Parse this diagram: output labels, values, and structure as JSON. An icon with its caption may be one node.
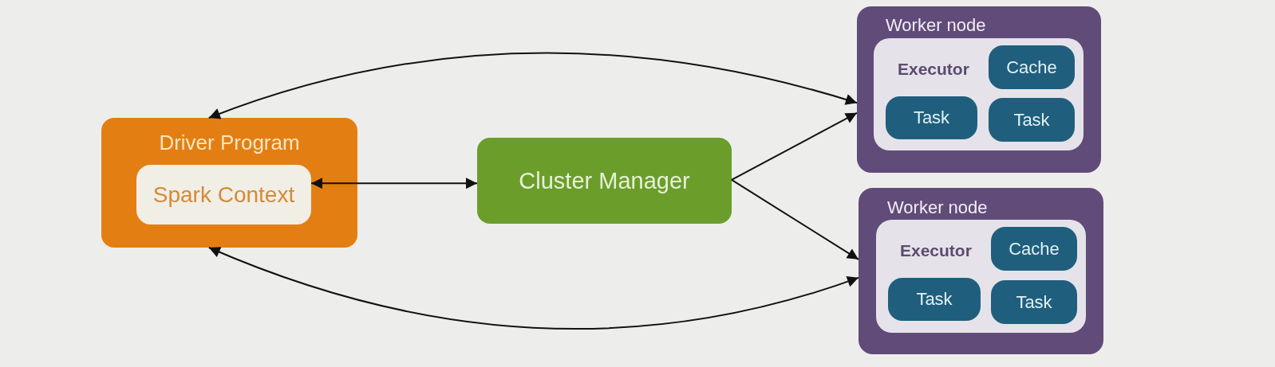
{
  "diagram": {
    "nodes": [
      {
        "text": [
          "Driver Program"
        ]
      },
      {
        "text": [
          "Spark Context"
        ],
        "in": 0
      },
      {
        "text": [
          "Cluster Manager"
        ]
      },
      {
        "text": [
          "Worker node"
        ]
      },
      {
        "text": [
          "Executor"
        ],
        "in": 3
      },
      {
        "text": [
          "Cache"
        ],
        "in": 4
      },
      {
        "text": [
          "Task"
        ],
        "in": 4
      },
      {
        "text": [
          "Task"
        ],
        "in": 4
      },
      {
        "text": [
          "Worker node"
        ]
      },
      {
        "text": [
          "Executor"
        ],
        "in": 8
      },
      {
        "text": [
          "Cache"
        ],
        "in": 9
      },
      {
        "text": [
          "Task"
        ],
        "in": 9
      },
      {
        "text": [
          "Task"
        ],
        "in": 9
      }
    ],
    "edges": [
      {
        "from": 1,
        "to": 2,
        "arrow": "both"
      },
      {
        "from": 2,
        "to": 3,
        "arrow": "to"
      },
      {
        "from": 2,
        "to": 8,
        "arrow": "to"
      },
      {
        "from": 0,
        "to": 3,
        "arrow": "both"
      },
      {
        "from": 0,
        "to": 8,
        "arrow": "both"
      }
    ]
  }
}
